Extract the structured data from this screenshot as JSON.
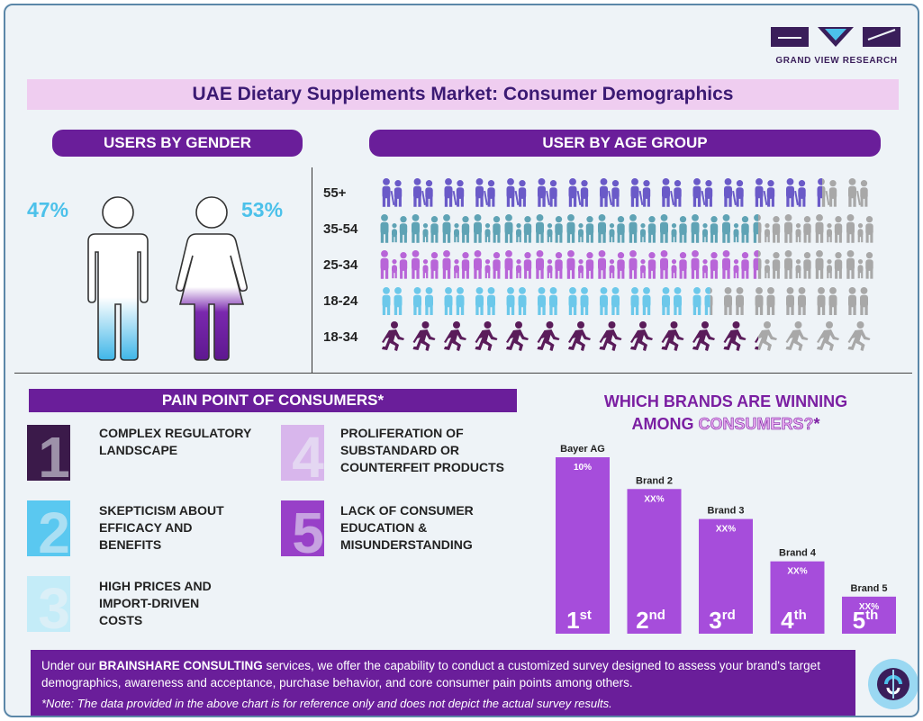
{
  "logo": {
    "text": "GRAND VIEW RESEARCH"
  },
  "title": "UAE Dietary Supplements Market: Consumer Demographics",
  "gender": {
    "header": "USERS BY GENDER",
    "male_pct": "47%",
    "female_pct": "53%",
    "colors": {
      "male": "#4cc1ea",
      "female": "#6a1e9a"
    }
  },
  "age": {
    "header": "USER BY AGE GROUP",
    "rows": [
      {
        "label": "55+",
        "icon": "elderly-icon",
        "color": "#6a5ac8",
        "filled_of_16": 14
      },
      {
        "label": "35-54",
        "icon": "family-icon",
        "color": "#5fa3b5",
        "filled_of_16": 12
      },
      {
        "label": "25-34",
        "icon": "family-icon",
        "color": "#b865d8",
        "filled_of_16": 12
      },
      {
        "label": "18-24",
        "icon": "couple-icon",
        "color": "#6cc8ea",
        "filled_of_16": 10.5
      },
      {
        "label": "18-34",
        "icon": "runner-icon",
        "color": "#5a1c5a",
        "filled_of_16": 12
      }
    ],
    "empty_color": "#a8a8a8"
  },
  "pain": {
    "header": "PAIN POINT OF CONSUMERS*",
    "items": [
      {
        "num": "1",
        "text": [
          "COMPLEX REGULATORY",
          "LANDSCAPE"
        ],
        "color": "#3b1a4a"
      },
      {
        "num": "2",
        "text": [
          "SKEPTICISM ABOUT",
          "EFFICACY AND",
          "BENEFITS"
        ],
        "color": "#5ac8f0"
      },
      {
        "num": "3",
        "text": [
          "HIGH PRICES AND",
          "IMPORT-DRIVEN",
          "COSTS"
        ],
        "color": "#c4ecf8"
      },
      {
        "num": "4",
        "text": [
          "PROLIFERATION OF",
          "SUBSTANDARD OR",
          "COUNTERFEIT PRODUCTS"
        ],
        "color": "#d8b6ec"
      },
      {
        "num": "5",
        "text": [
          "LACK OF CONSUMER",
          "EDUCATION &",
          "MISUNDERSTANDING"
        ],
        "color": "#9840c8"
      }
    ]
  },
  "brands": {
    "title_line1": "WHICH BRANDS ARE WINNING",
    "title_line2_a": "AMONG ",
    "title_line2_b": "CONSUMERS?",
    "title_line2_c": "*"
  },
  "chart_data": {
    "type": "bar",
    "categories": [
      "Bayer AG",
      "Brand 2",
      "Brand 3",
      "Brand 4",
      "Brand 5"
    ],
    "value_labels": [
      "10%",
      "XX%",
      "XX%",
      "XX%",
      "XX%"
    ],
    "ranks": [
      {
        "n": "1",
        "suffix": "st"
      },
      {
        "n": "2",
        "suffix": "nd"
      },
      {
        "n": "3",
        "suffix": "rd"
      },
      {
        "n": "4",
        "suffix": "th"
      },
      {
        "n": "5",
        "suffix": "th"
      }
    ],
    "relative_heights": [
      1.0,
      0.82,
      0.65,
      0.41,
      0.21
    ],
    "bar_color": "#a64ddb"
  },
  "footer": {
    "text_a": "Under our ",
    "text_b": "BRAINSHARE CONSULTING",
    "text_c": " services, we offer the capability to conduct a customized survey designed to assess your brand's target demographics, awareness and acceptance, purchase behavior, and core consumer pain points among others.",
    "note": "*Note: The data provided in the above chart is for reference only and does not depict the actual survey results."
  }
}
